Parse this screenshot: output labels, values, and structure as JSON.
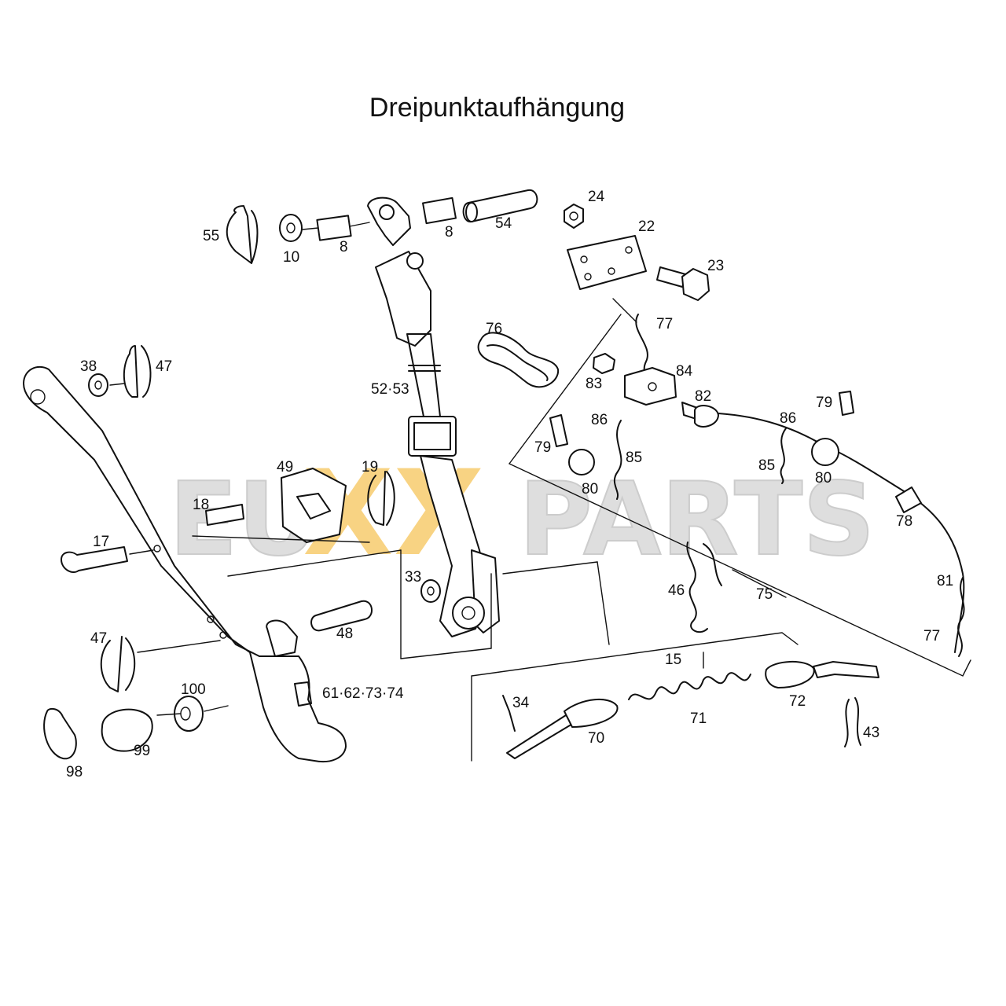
{
  "title": "Dreipunktaufhängung",
  "watermark": {
    "left": "EU",
    "middle": "XX",
    "right": "PARTS",
    "colors": {
      "letters": "#d2d2d2",
      "xx": "#f5c762"
    }
  },
  "labels": {
    "p55": "55",
    "p10": "10",
    "p8a": "8",
    "p8b": "8",
    "p54": "54",
    "p24": "24",
    "p22": "22",
    "p23": "23",
    "p77a": "77",
    "p76": "76",
    "p83": "83",
    "p84": "84",
    "p82": "82",
    "p86a": "86",
    "p86b": "86",
    "p79a": "79",
    "p79b": "79",
    "p85a": "85",
    "p85b": "85",
    "p80a": "80",
    "p80b": "80",
    "p78": "78",
    "p81": "81",
    "p77b": "77",
    "p75": "75",
    "p46": "46",
    "p38": "38",
    "p47a": "47",
    "p5253": "52·53",
    "p49": "49",
    "p19": "19",
    "p18": "18",
    "p17": "17",
    "p33": "33",
    "p48": "48",
    "p47b": "47",
    "p100": "100",
    "p99": "99",
    "p98": "98",
    "p61": "61·62·73·74",
    "p15": "15",
    "p34": "34",
    "p70": "70",
    "p71": "71",
    "p72": "72",
    "p43": "43"
  }
}
